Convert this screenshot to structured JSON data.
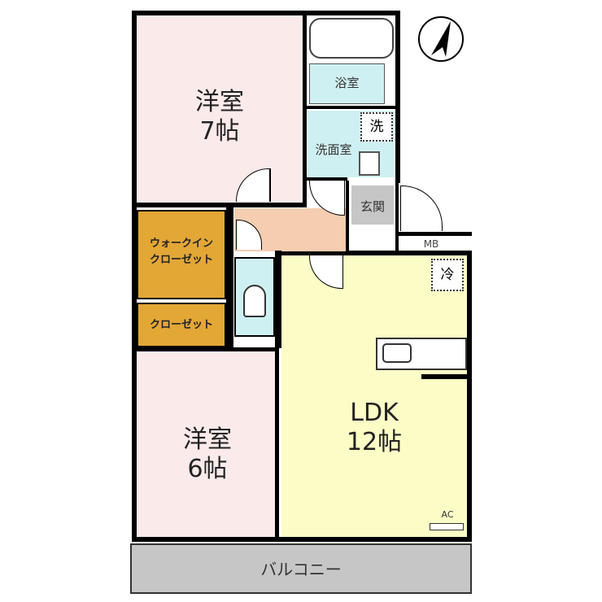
{
  "rooms": {
    "western7": {
      "name": "洋室",
      "size": "7帖"
    },
    "western6": {
      "name": "洋室",
      "size": "6帖"
    },
    "ldk": {
      "name": "LDK",
      "size": "12帖"
    },
    "bath": {
      "name": "浴室"
    },
    "washroom": {
      "name": "洗面室"
    },
    "entrance": {
      "name": "玄関"
    },
    "walkin_closet": {
      "line1": "ウォークイン",
      "line2": "クローゼット"
    },
    "closet": {
      "name": "クローゼット"
    },
    "balcony": {
      "name": "バルコニー"
    }
  },
  "symbols": {
    "washer": "洗",
    "fridge": "冷",
    "mb": "MB",
    "ac": "AC"
  },
  "colors": {
    "western": "#fbeaea",
    "closet": "#e3a736",
    "wet": "#cff0f2",
    "hall": "#f5cdb0",
    "ldk": "#fcfcc6",
    "gray": "#c6c6c6"
  }
}
